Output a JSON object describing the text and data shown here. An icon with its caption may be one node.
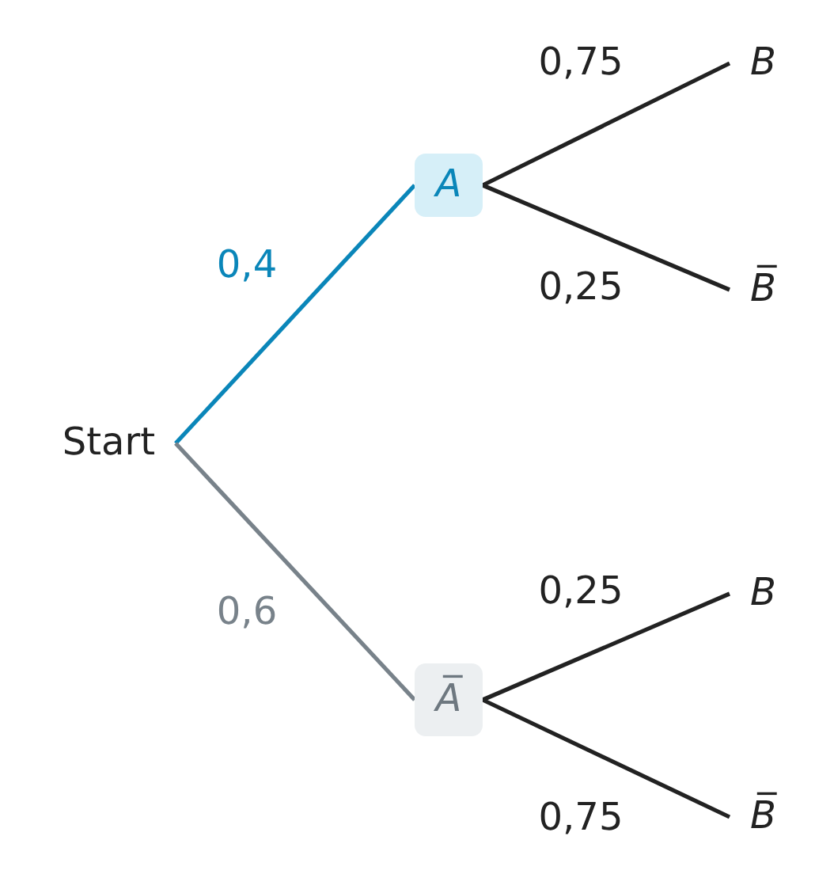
{
  "diagram": {
    "nodes": [
      {
        "text": [
          "Start"
        ]
      },
      {
        "text": [
          "A"
        ]
      },
      {
        "text": [
          "B"
        ]
      },
      {
        "text": [
          "B̅"
        ]
      },
      {
        "text": [
          "A̅"
        ]
      },
      {
        "text": [
          "B"
        ]
      },
      {
        "text": [
          "B̅"
        ]
      }
    ],
    "edges": [
      {
        "from": 0,
        "to": 1,
        "arrow": "none",
        "label": "0,4",
        "color": "#0a86b9"
      },
      {
        "from": 1,
        "to": 2,
        "arrow": "none",
        "label": "0,75"
      },
      {
        "from": 1,
        "to": 3,
        "arrow": "none",
        "label": "0,25"
      },
      {
        "from": 0,
        "to": 4,
        "arrow": "none",
        "label": "0,6",
        "color": "#78828a"
      },
      {
        "from": 4,
        "to": 5,
        "arrow": "none",
        "label": "0,25"
      },
      {
        "from": 4,
        "to": 6,
        "arrow": "none",
        "label": "0,75"
      }
    ]
  }
}
